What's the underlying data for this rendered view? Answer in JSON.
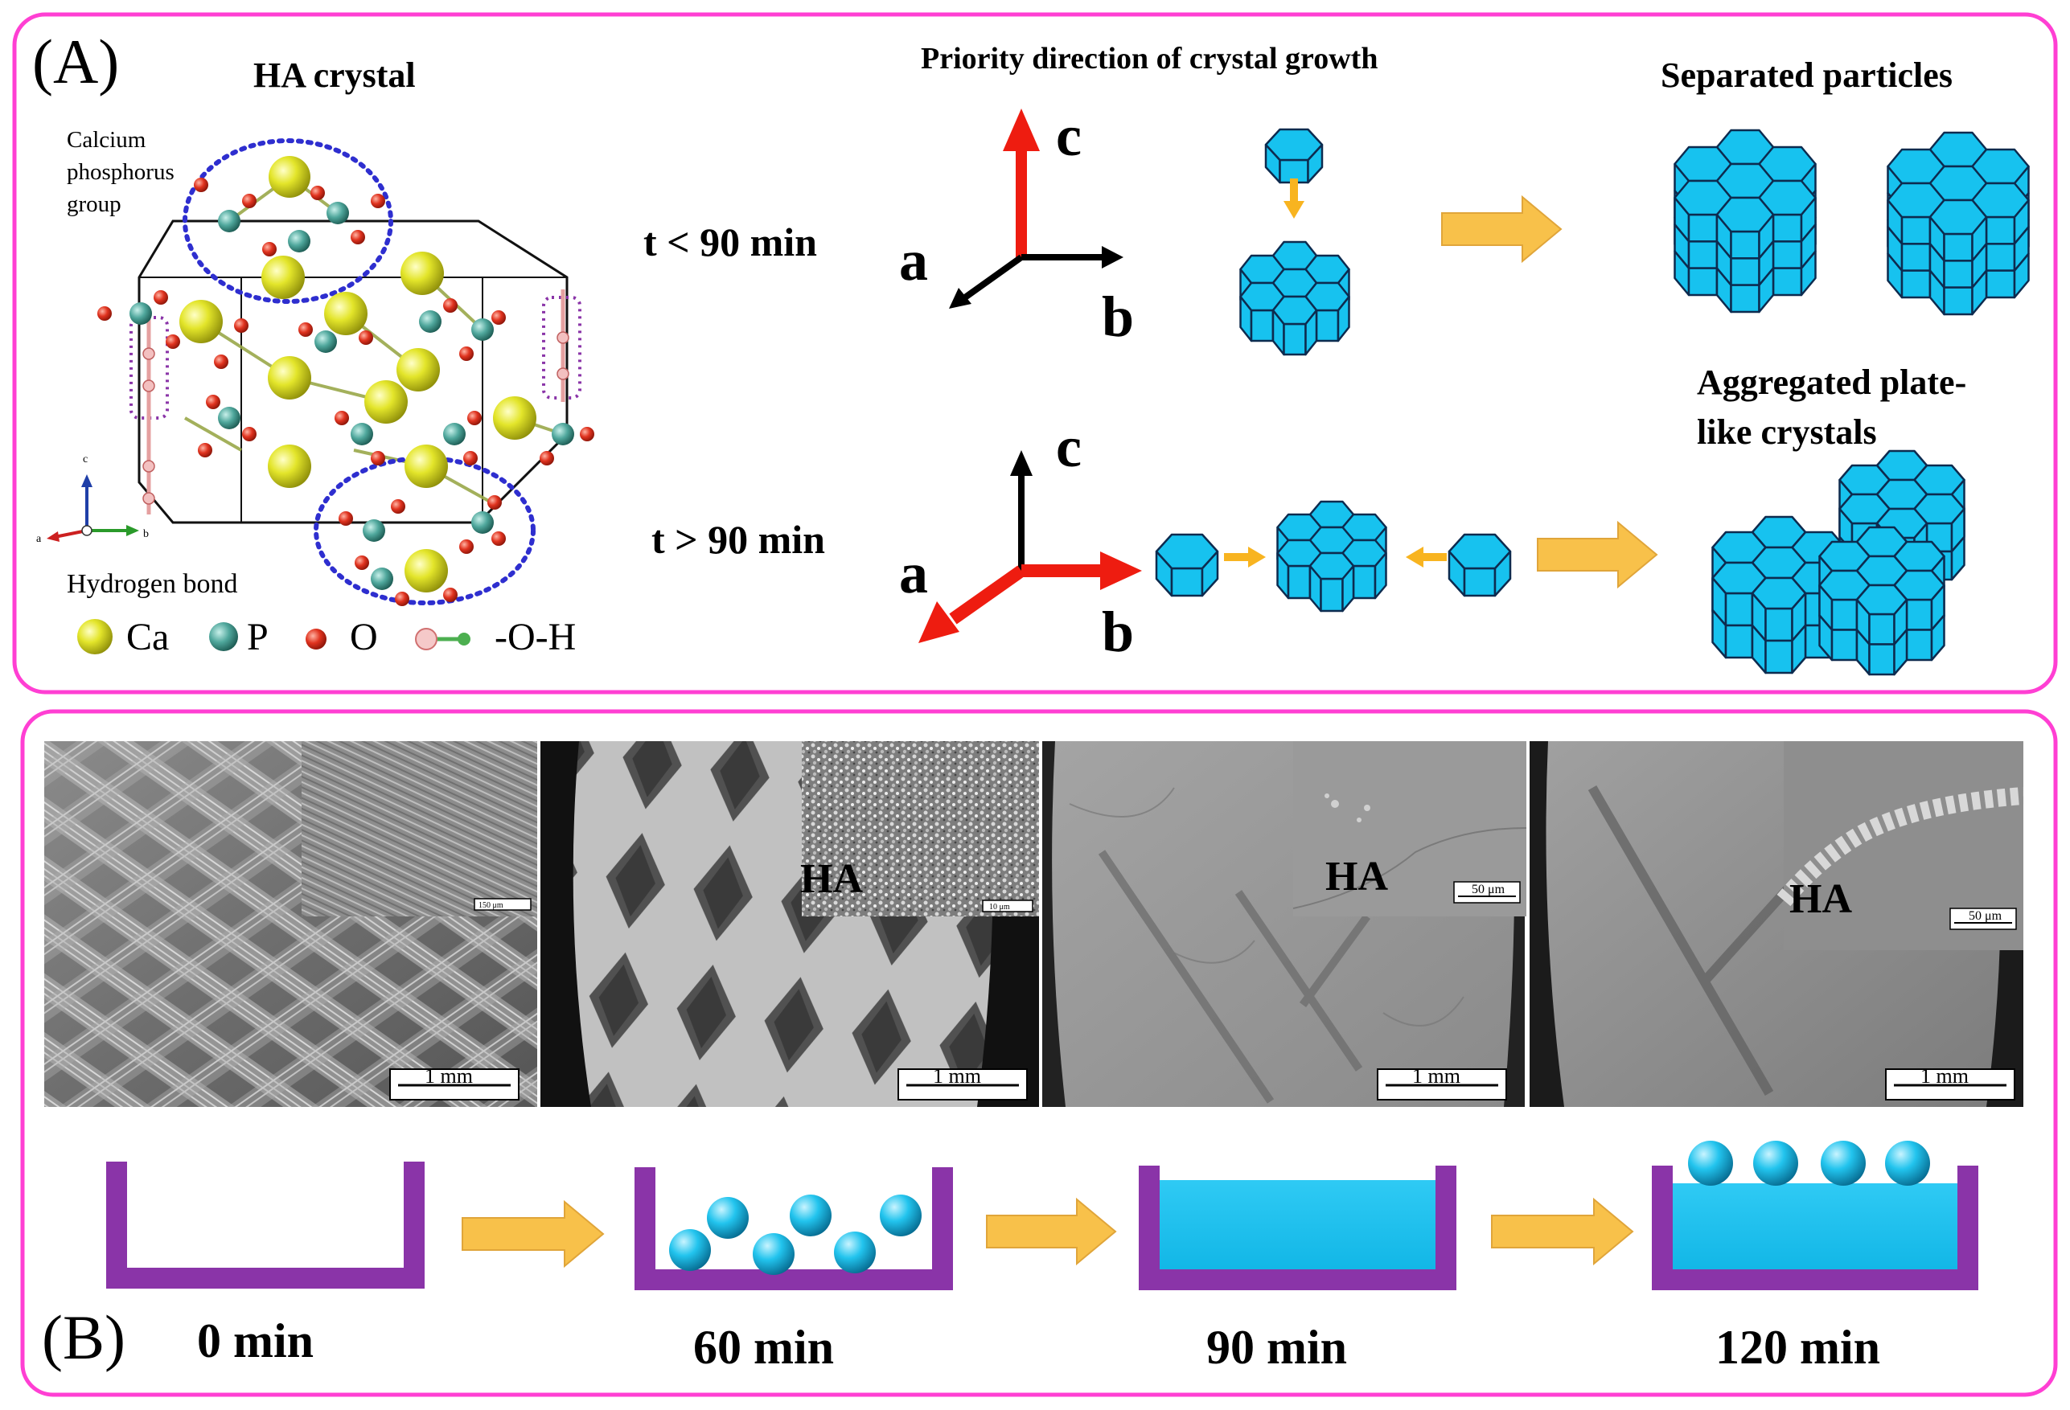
{
  "panel_a": {
    "letter": "(A)",
    "crystal_title": "HA crystal",
    "group_label": [
      "Calcium",
      "phosphorus",
      "group"
    ],
    "hbond_label": "Hydrogen bond",
    "legend": {
      "ca": "Ca",
      "p": "P",
      "o": "O",
      "oh": "-O-H"
    },
    "small_axes": {
      "c": "c",
      "a": "a",
      "b": "b"
    },
    "top_title": "Priority direction of crystal growth",
    "row1_time": "t < 90 min",
    "row2_time": "t > 90 min",
    "axis_a": "a",
    "axis_b": "b",
    "axis_c": "c",
    "separated_title": "Separated particles",
    "aggregated_title": [
      "Aggregated plate-",
      "like crystals"
    ]
  },
  "panel_b": {
    "letter": "(B)",
    "sem_images": [
      {
        "scale": "1 mm",
        "inset_label": "",
        "inset_scale": "150 μm"
      },
      {
        "scale": "1 mm",
        "inset_label": "HA",
        "inset_scale": "10 μm"
      },
      {
        "scale": "1 mm",
        "inset_label": "HA",
        "inset_scale": "50 μm"
      },
      {
        "scale": "1 mm",
        "inset_label": "HA",
        "inset_scale": "50 μm"
      }
    ],
    "stages": [
      "0 min",
      "60 min",
      "90 min",
      "120 min"
    ]
  },
  "colors": {
    "frame": "#ff3fd3",
    "arrow_red": "#ee1c10",
    "arrow_yellow": "#f8c14a",
    "hex_fill": "#17c2ef",
    "hex_stroke": "#0d2b4f",
    "container": "#8a34a8",
    "ca_atom": "#e3e52a",
    "p_atom": "#4fa79c",
    "o_atom": "#e0331f",
    "dashed_circle": "#2e2ecf"
  }
}
